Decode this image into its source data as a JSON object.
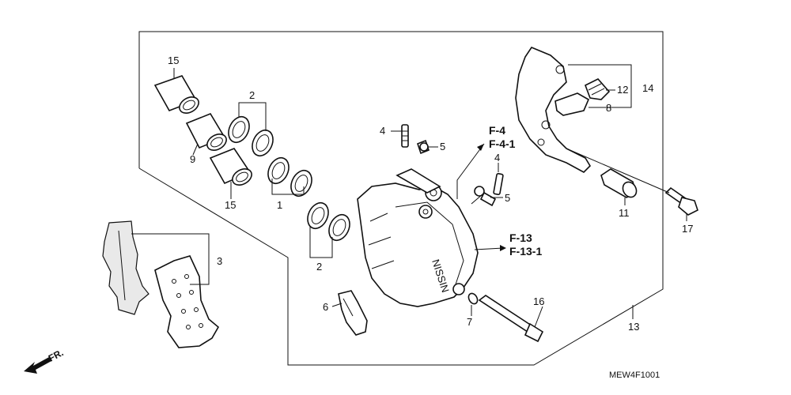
{
  "callouts": {
    "c15a": "15",
    "c2a": "2",
    "c9": "9",
    "c15b": "15",
    "c1": "1",
    "c2b": "2",
    "c3": "3",
    "c4a": "4",
    "c5a": "5",
    "c4b": "4",
    "c5b": "5",
    "c6": "6",
    "c7": "7",
    "c16": "16",
    "c13": "13",
    "c12": "12",
    "c14": "14",
    "c8": "8",
    "c11": "11",
    "c17": "17"
  },
  "references": {
    "f4": "F-4",
    "f41": "F-4-1",
    "f13": "F-13",
    "f131": "F-13-1"
  },
  "caliper_marking": "NISSIN",
  "direction_label": "FR.",
  "diagram_code": "MEW4F1001"
}
